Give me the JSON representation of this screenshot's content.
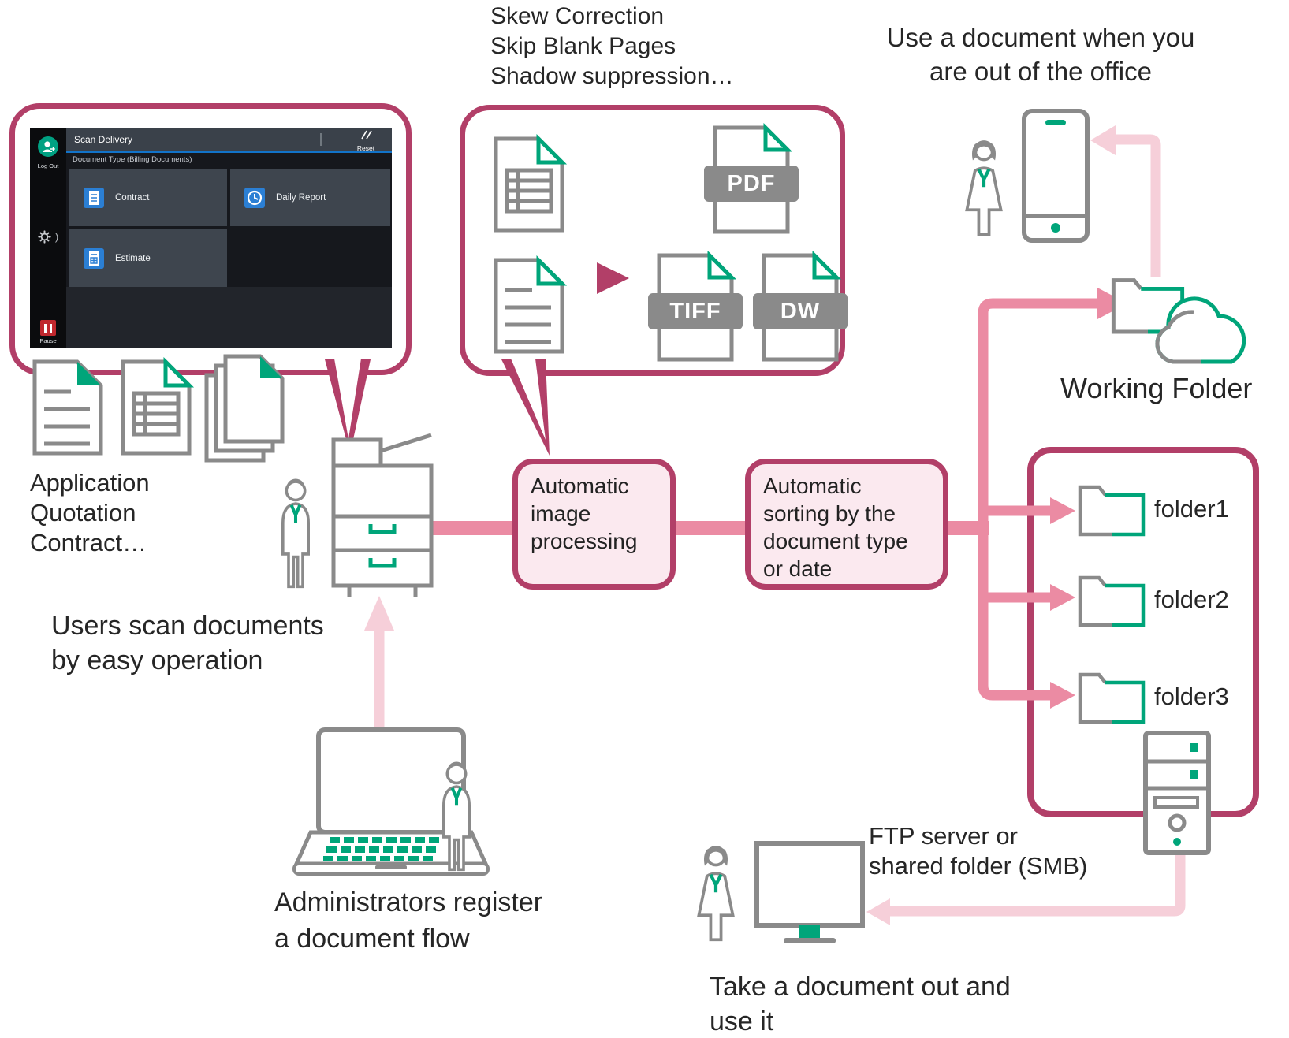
{
  "colors": {
    "raspberry": "#b23f68",
    "pink": "#eb8ba3",
    "pink_light": "#f6cfd9",
    "box_fill": "#fbe9ef",
    "green": "#00a57a",
    "gray": "#8a8a8a",
    "ink": "#262626",
    "ui_blue": "#2b7fd4"
  },
  "device_screen": {
    "app_title": "Scan Delivery",
    "reset_label": "Reset",
    "log_out_label": "Log Out",
    "pause_label": "Pause",
    "settings_expand_glyph": ")",
    "section_label": "Document Type (Billing Documents)",
    "tiles": [
      {
        "label": "Contract"
      },
      {
        "label": "Daily Report"
      },
      {
        "label": "Estimate"
      }
    ]
  },
  "notes": {
    "features": "Skew Correction\nSkip Blank Pages\nShadow suppression…",
    "doc_types": "Application\nQuotation\nContract…",
    "out_of_office": "Use a document when you\nare out of the office",
    "users_scan": "Users scan documents\nby easy operation",
    "admins_register": "Administrators register\na document flow",
    "take_document": "Take a document out and\nuse it",
    "ftp_server": "FTP server or\nshared folder (SMB)",
    "working_folder": "Working Folder"
  },
  "process": {
    "image_processing": "Automatic image processing",
    "sorting": "Automatic sorting by the document type or date"
  },
  "file_formats": [
    {
      "label": "PDF"
    },
    {
      "label": "TIFF"
    },
    {
      "label": "DW"
    }
  ],
  "folders": [
    {
      "label": "folder1"
    },
    {
      "label": "folder2"
    },
    {
      "label": "folder3"
    }
  ],
  "icons": {
    "log_out": "person-in-circle",
    "settings": "gear",
    "pause": "pause-bars",
    "reset": "double-slash",
    "document": "page-with-folded-corner",
    "folder": "folder",
    "cloud": "cloud",
    "server": "tower-server",
    "devices": [
      "multifunction-printer",
      "laptop",
      "smartphone",
      "desktop-monitor"
    ]
  }
}
